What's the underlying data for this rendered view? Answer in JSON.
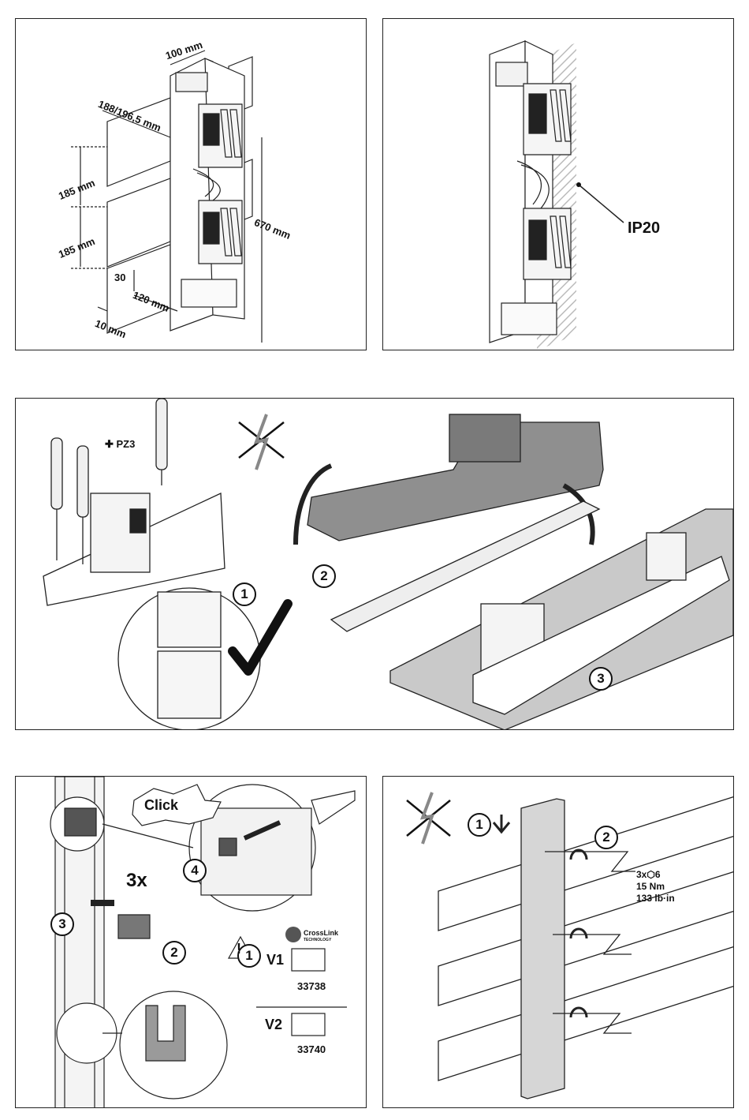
{
  "panel_a": {
    "dim_width": "100 mm",
    "dim_depth": "188/196,5 mm",
    "dim_pitch_1": "185 mm",
    "dim_pitch_2": "185 mm",
    "dim_height": "670 mm",
    "dim_offset": "30",
    "dim_bar_width": "120 mm",
    "dim_bar_thickness": "10 mm"
  },
  "panel_b": {
    "protection_label": "IP20"
  },
  "panel_c": {
    "screwdriver_label": "PZ3",
    "step_1": "1",
    "step_2": "2",
    "step_3": "3"
  },
  "panel_d": {
    "click_label": "Click",
    "repeat_label": "3x",
    "step_1": "1",
    "step_2": "2",
    "step_3": "3",
    "step_4": "4",
    "brand_name": "CrossLink",
    "brand_sub": "TECHNOLOGY",
    "variant_1_label": "V1",
    "variant_1_part": "33738",
    "variant_2_label": "V2",
    "variant_2_part": "33740"
  },
  "panel_e": {
    "step_1": "1",
    "step_2": "2",
    "torque_count": "3x",
    "torque_size": "6",
    "torque_nm": "15 Nm",
    "torque_lbin": "133 lb·in"
  }
}
